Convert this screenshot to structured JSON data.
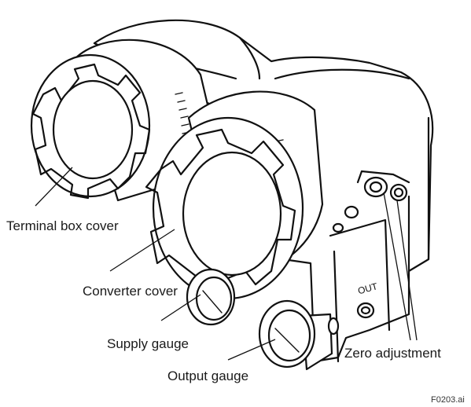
{
  "labels": {
    "terminal_box_cover": "Terminal box cover",
    "converter_cover": "Converter cover",
    "supply_gauge": "Supply gauge",
    "output_gauge": "Output gauge",
    "zero_adjustment": "Zero adjustment",
    "out_marking": "OUT"
  },
  "figure_code": "F0203.ai"
}
